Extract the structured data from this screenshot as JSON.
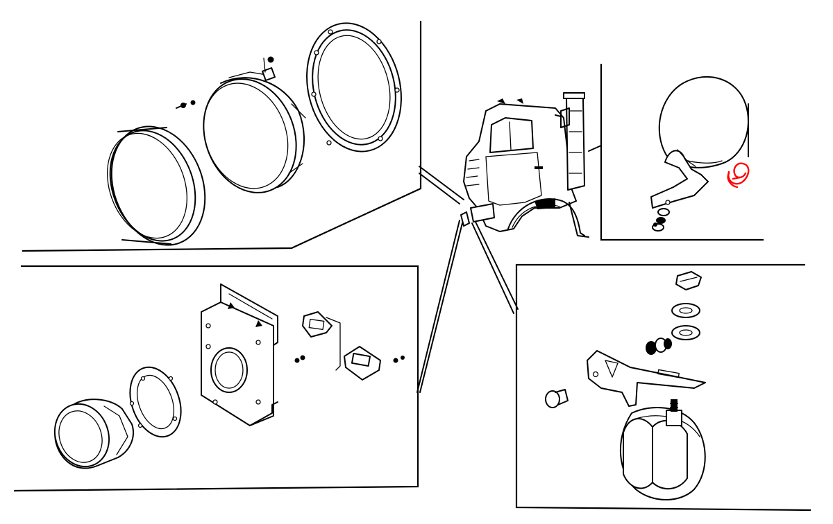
{
  "diagram": {
    "background": "#ffffff",
    "line_color": "#000000",
    "highlight_color": "#ff0000",
    "panels": [
      {
        "name": "headlamp-assembly"
      },
      {
        "name": "rear-lamp-assembly"
      },
      {
        "name": "spot-lamp-assembly"
      },
      {
        "name": "fog-lamp-assembly"
      }
    ],
    "center": {
      "name": "truck-cab"
    }
  }
}
